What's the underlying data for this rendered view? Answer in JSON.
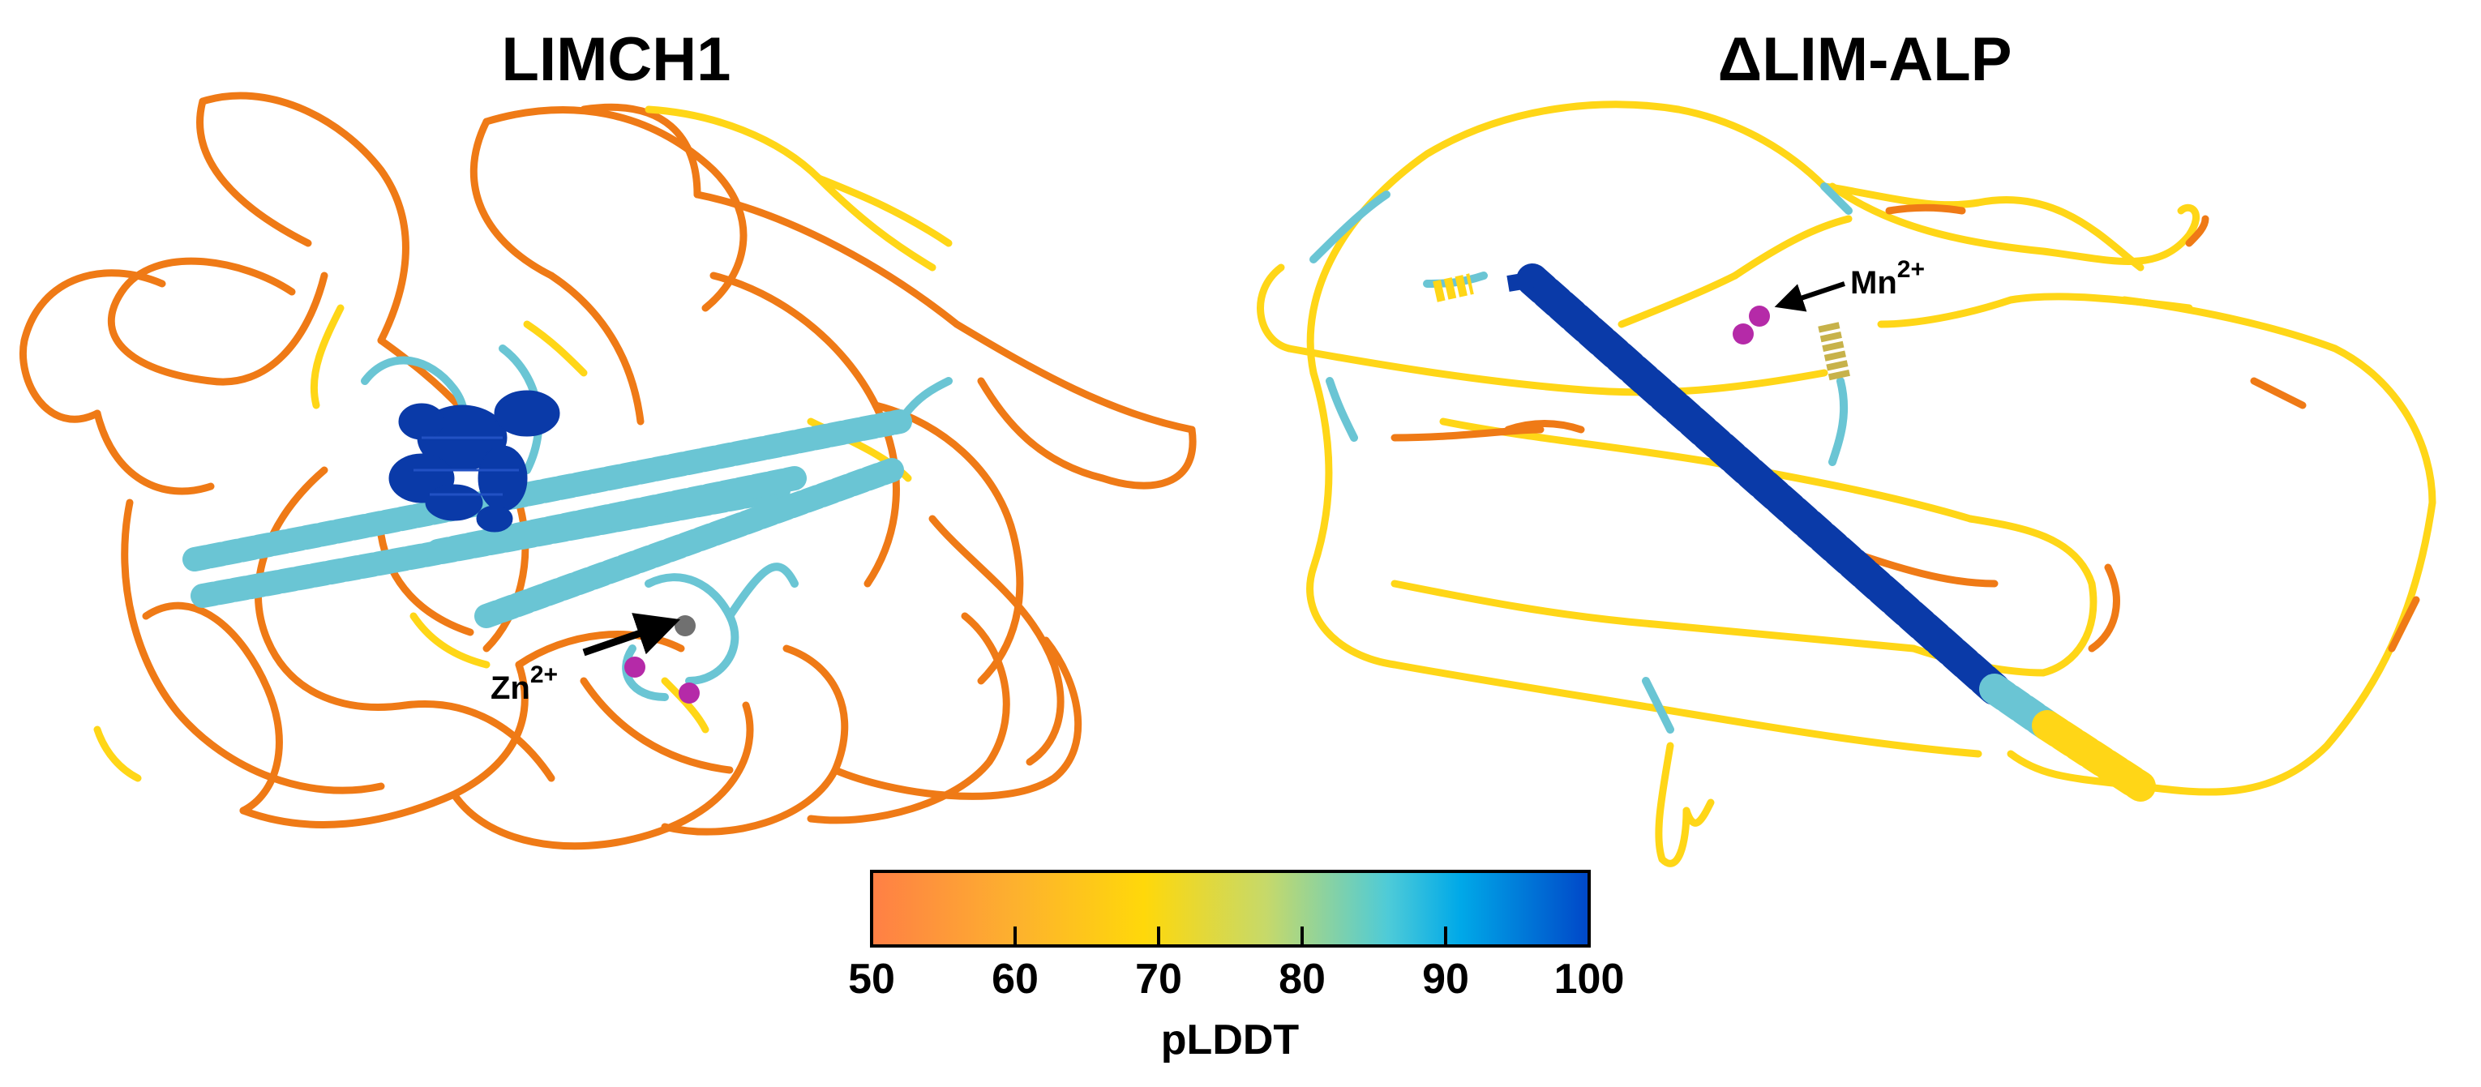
{
  "panels": [
    {
      "title": "LIMCH1",
      "ion": {
        "symbol": "Zn",
        "charge": "2+"
      }
    },
    {
      "title": "ΔLIM-ALP",
      "ion": {
        "symbol": "Mn",
        "charge": "2+"
      }
    }
  ],
  "colorbar": {
    "label": "pLDDT",
    "range": [
      50,
      100
    ],
    "ticks": [
      "50",
      "60",
      "70",
      "80",
      "90",
      "100"
    ],
    "gradient_colors": [
      "#ff7f45",
      "#fdb12e",
      "#ffd80a",
      "#c6d96a",
      "#4ecbd8",
      "#00a9e8",
      "#0047c8"
    ]
  },
  "colors": {
    "very_low": "#ef7a16",
    "low": "#ffd617",
    "confident": "#6ac5d4",
    "very_high": "#0a3aa8",
    "ion_magenta": "#b52aa8",
    "ion_gray": "#707070"
  }
}
